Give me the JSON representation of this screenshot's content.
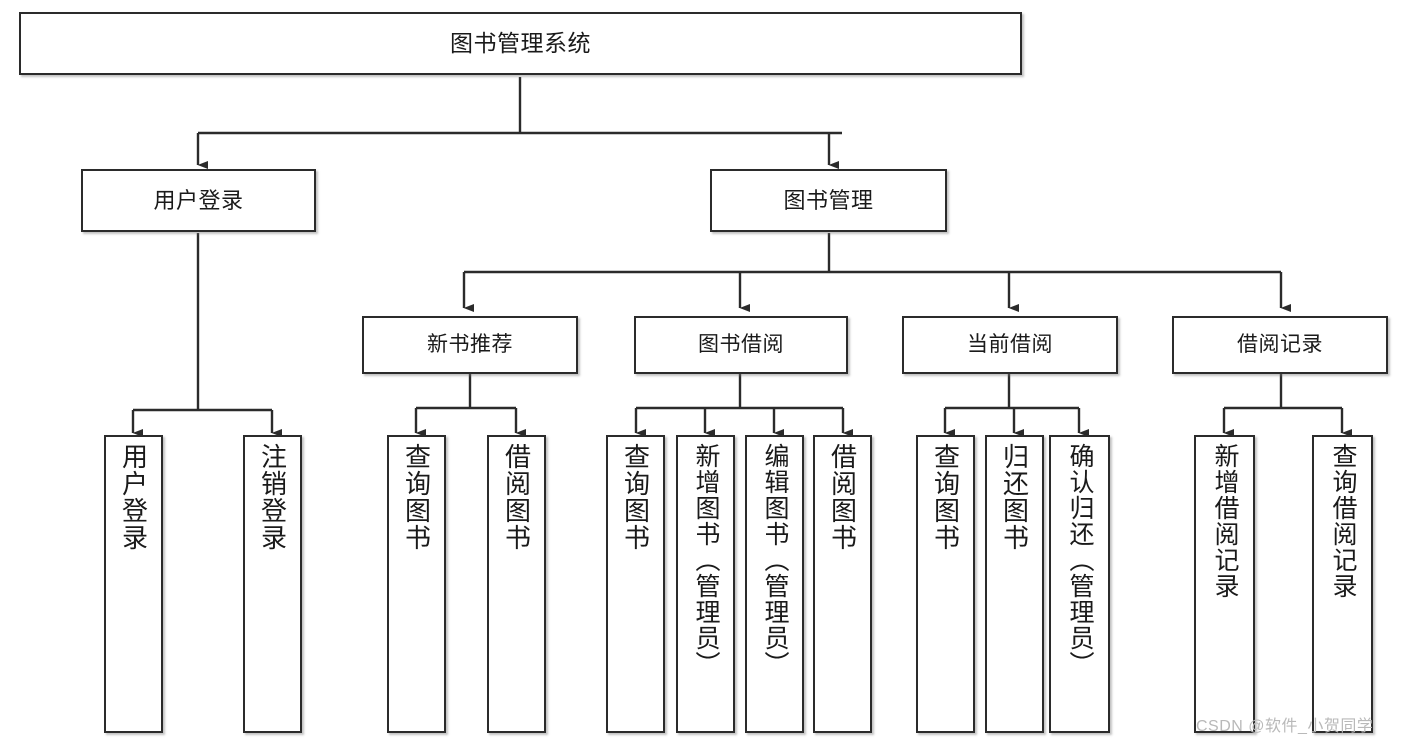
{
  "diagram": {
    "title": "图书管理系统",
    "type": "tree-hierarchy-diagram",
    "watermark": "CSDN @软件_小贺同学",
    "root": {
      "id": "root",
      "label": "图书管理系统"
    },
    "level2": [
      {
        "id": "user-login",
        "label": "用户登录"
      },
      {
        "id": "book-management",
        "label": "图书管理"
      }
    ],
    "level3": [
      {
        "id": "new-book-recommend",
        "label": "新书推荐",
        "parent": "book-management"
      },
      {
        "id": "book-borrow",
        "label": "图书借阅",
        "parent": "book-management"
      },
      {
        "id": "current-borrow",
        "label": "当前借阅",
        "parent": "book-management"
      },
      {
        "id": "borrow-record",
        "label": "借阅记录",
        "parent": "book-management"
      }
    ],
    "leaves": [
      {
        "id": "leaf-user-login",
        "label": "用户登录",
        "parent": "user-login"
      },
      {
        "id": "leaf-logout-login",
        "label": "注销登录",
        "parent": "user-login"
      },
      {
        "id": "leaf-query-book-1",
        "label": "查询图书",
        "parent": "new-book-recommend"
      },
      {
        "id": "leaf-borrow-book-1",
        "label": "借阅图书",
        "parent": "new-book-recommend"
      },
      {
        "id": "leaf-query-book-2",
        "label": "查询图书",
        "parent": "book-borrow"
      },
      {
        "id": "leaf-add-book",
        "label": "新增图书（管理员）",
        "parent": "book-borrow"
      },
      {
        "id": "leaf-edit-book",
        "label": "编辑图书（管理员）",
        "parent": "book-borrow"
      },
      {
        "id": "leaf-borrow-book-2",
        "label": "借阅图书",
        "parent": "book-borrow"
      },
      {
        "id": "leaf-query-book-3",
        "label": "查询图书",
        "parent": "current-borrow"
      },
      {
        "id": "leaf-return-book",
        "label": "归还图书",
        "parent": "current-borrow"
      },
      {
        "id": "leaf-confirm-return",
        "label": "确认归还（管理员）",
        "parent": "current-borrow"
      },
      {
        "id": "leaf-add-record",
        "label": "新增借阅记录",
        "parent": "borrow-record"
      },
      {
        "id": "leaf-query-record",
        "label": "查询借阅记录",
        "parent": "borrow-record"
      }
    ],
    "colors": {
      "box_border": "#2b2b2b",
      "box_fill": "#ffffff",
      "connector": "#2b2b2b",
      "background": "#ffffff",
      "watermark": "#b9b9b9"
    }
  }
}
